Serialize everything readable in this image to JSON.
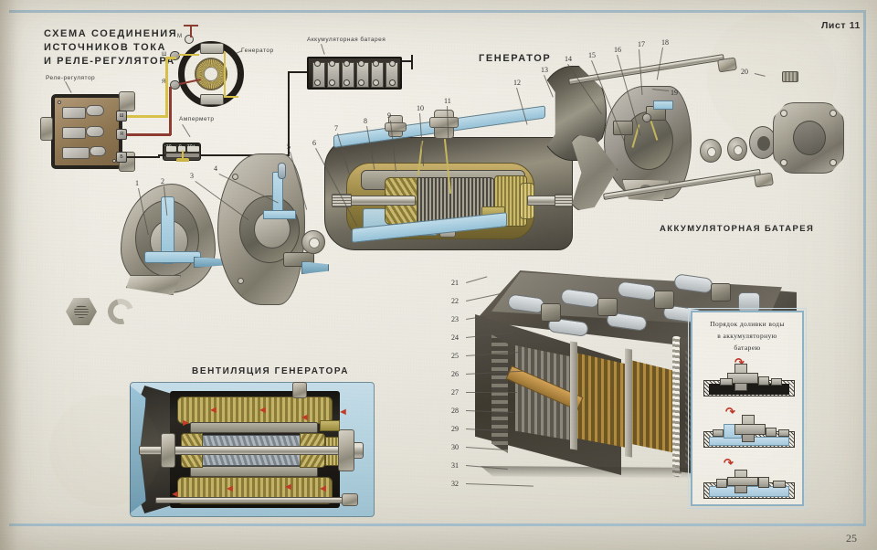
{
  "sheet": {
    "label": "Лист 11"
  },
  "page_number": "25",
  "sections": {
    "wiring": {
      "title_lines": [
        "СХЕМА СОЕДИНЕНИЯ",
        "ИСТОЧНИКОВ ТОКА",
        "И РЕЛЕ-РЕГУЛЯТОРА"
      ],
      "labels": {
        "regulator": "Реле-регулятор",
        "generator": "Генератор",
        "ammeter": "Амперметр",
        "battery": "Аккумуляторная батарея"
      },
      "terminals": {
        "regulator": [
          "Ш",
          "Я",
          "Б"
        ],
        "generator": [
          "М",
          "Ш",
          "Я"
        ]
      },
      "ammeter_scale": [
        "-20",
        "0",
        "20+"
      ]
    },
    "generator": {
      "title": "ГЕНЕРАТОР",
      "callouts": [
        "1",
        "2",
        "3",
        "4",
        "5",
        "6",
        "7",
        "8",
        "9",
        "10",
        "11",
        "12",
        "13",
        "14",
        "15",
        "16",
        "17",
        "18",
        "19",
        "20"
      ]
    },
    "ventilation": {
      "title": "ВЕНТИЛЯЦИЯ ГЕНЕРАТОРА"
    },
    "battery": {
      "title": "АККУМУЛЯТОРНАЯ   БАТАРЕЯ",
      "callouts": [
        "21",
        "22",
        "23",
        "24",
        "25",
        "26",
        "27",
        "28",
        "29",
        "30",
        "31",
        "32"
      ],
      "inset": {
        "title_lines": [
          "Порядок доливки  воды",
          "в  аккумуляторную",
          "батарею"
        ],
        "steps": 3
      }
    }
  },
  "colors": {
    "paper": "#e9e7de",
    "frame": "#a8c4d4",
    "wire_yellow": "#d8c24a",
    "wire_red": "#8e3b31",
    "wire_black": "#23201c",
    "accent_cyan": "#9cc4d8",
    "arrow_red": "#c33a26",
    "brass": "#b0a052"
  }
}
